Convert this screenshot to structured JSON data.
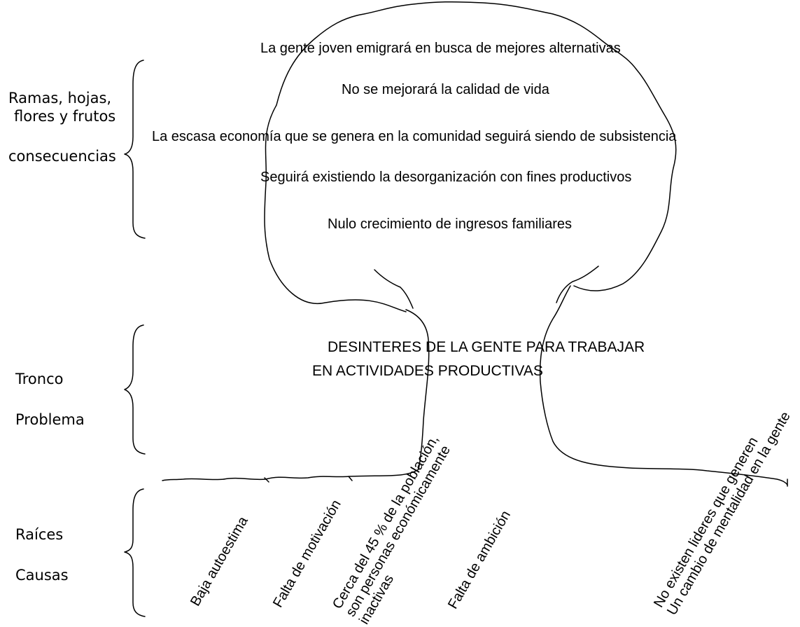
{
  "labels": {
    "top_line1": "Ramas, hojas,",
    "top_line2": "flores y frutos",
    "top_line3": "consecuencias",
    "mid_line1": "Tronco",
    "mid_line2": "Problema",
    "bottom_line1": "Raíces",
    "bottom_line2": "Causas"
  },
  "consequences": [
    "La gente joven emigrará en busca de mejores alternativas",
    "No se mejorará la calidad de vida",
    "La escasa economía que se genera en la comunidad seguirá siendo de subsistencia",
    "Seguirá existiendo la desorganización con fines productivos",
    "Nulo crecimiento de ingresos familiares"
  ],
  "problem": {
    "line1": "DESINTERES DE LA GENTE PARA TRABAJAR",
    "line2": "EN  ACTIVIDADES PRODUCTIVAS"
  },
  "causes": [
    {
      "lines": [
        "Baja autoestima"
      ]
    },
    {
      "lines": [
        "Falta de motivación"
      ]
    },
    {
      "lines": [
        "Cerca del 45 % de la población,",
        "son personas económicamente",
        "inactivas"
      ]
    },
    {
      "lines": [
        "Falta de ambición"
      ]
    },
    {
      "lines": [
        "No existen lideres que generen",
        "Un cambio de mentalidad en la gente"
      ]
    }
  ]
}
